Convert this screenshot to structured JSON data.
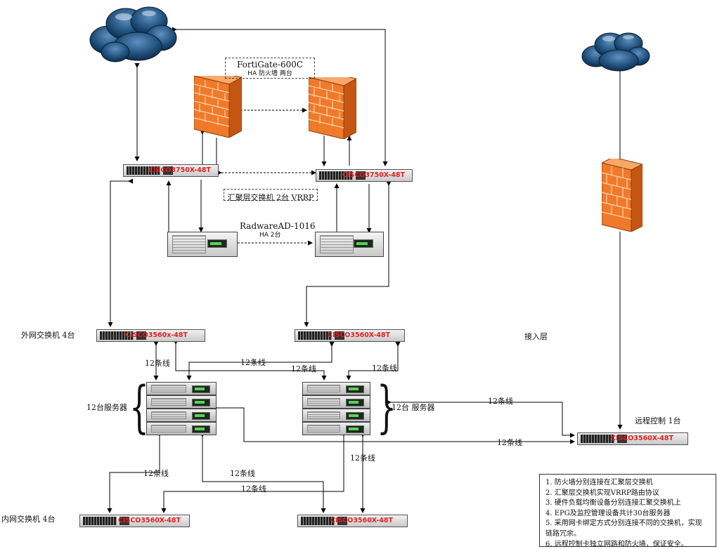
{
  "firewall_box": {
    "line1": "FortiGate-600C",
    "line2": "HA 防火墙 两台"
  },
  "agg_switch_note": "汇聚层交换机 2台 VRRP",
  "loadbalancer_box": {
    "line1": "RadwareAD-1016",
    "line2": "HA 2台"
  },
  "switch_models": {
    "agg": "CISCO3750X-48T",
    "outer_left": "CISCO3560x-48T",
    "outer_right": "CISCO3560X-48T",
    "remote": "CISCO3560X-48T",
    "inner_left": "CISCO3560X-48T",
    "inner_right": "CISCO3560X-48T"
  },
  "labels": {
    "outer_switches": "外网交换机  4台",
    "access_layer": "接入层",
    "remote_control": "远程控制  1台",
    "inner_switches": "内网交换机 4台",
    "servers_left": "12台服务器",
    "servers_right": "12台 服务器",
    "links": "12条线"
  },
  "notes": [
    "1. 防火墙分别连接在汇聚层交换机",
    "2. 汇聚层交换机实现VRRP路由协议",
    "3. 硬件负载均衡设备分别连接汇聚交换机上",
    "4. EPG及监控管理设备共计30台服务器",
    "5. 采用网卡绑定方式分别连接不同的交换机，实现",
    "链路冗余。",
    "6. 远程控制卡独立网路和防火墙，保证安全。"
  ],
  "colors": {
    "switch_model_text": "#e02020",
    "firewall": "#f07a2a",
    "cloud": "#1f4f7a"
  }
}
